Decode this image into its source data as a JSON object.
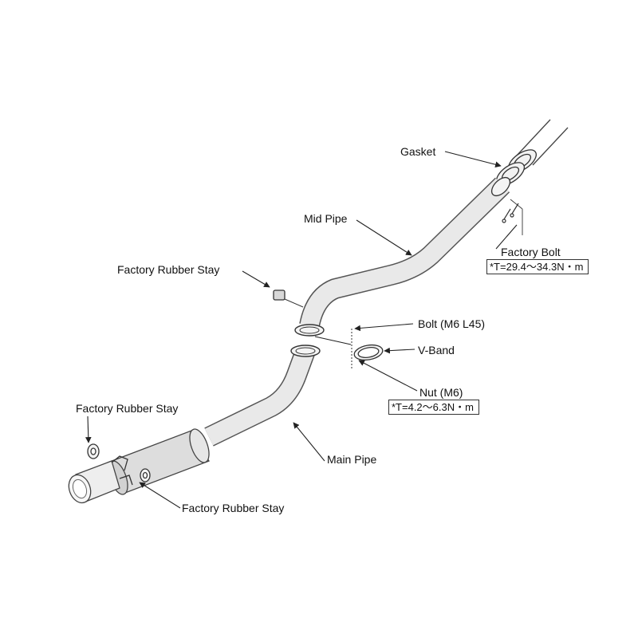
{
  "labels": {
    "gasket": "Gasket",
    "mid_pipe": "Mid Pipe",
    "factory_bolt": "Factory Bolt",
    "factory_bolt_torque": "*T=29.4～34.3N・m",
    "factory_rubber_stay_top": "Factory Rubber Stay",
    "bolt": "Bolt (M6 L45)",
    "v_band": "V-Band",
    "nut": "Nut (M6)",
    "nut_torque": "*T=4.2～6.3N・m",
    "factory_rubber_stay_left": "Factory Rubber Stay",
    "main_pipe": "Main Pipe",
    "factory_rubber_stay_bottom": "Factory Rubber Stay"
  },
  "colors": {
    "line": "#222222",
    "pipe_fill": "#e9e9e9",
    "pipe_edge": "#555555",
    "muffler_fill": "#dddddd"
  }
}
